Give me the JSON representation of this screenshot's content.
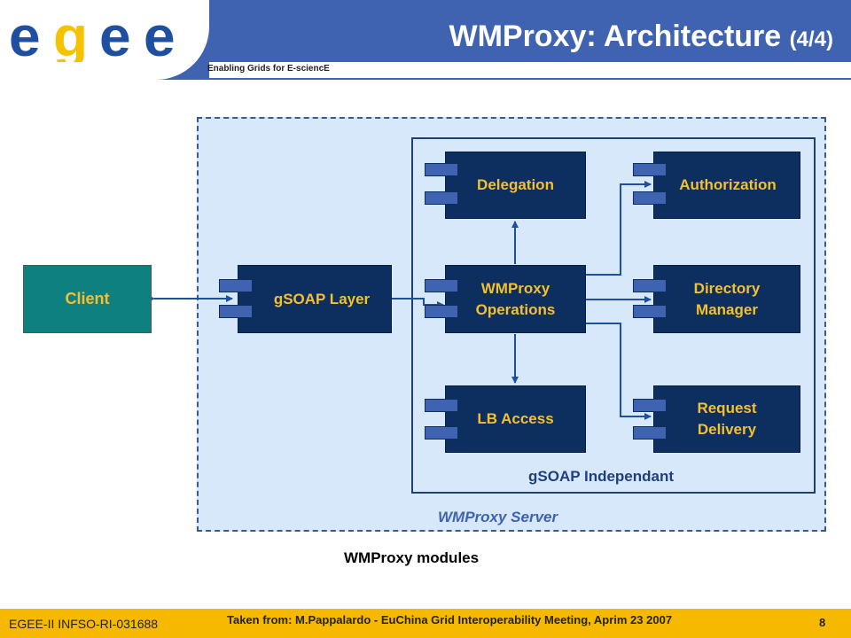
{
  "header": {
    "logo_text": "egee",
    "tagline": "Enabling Grids for E-sciencE",
    "title": "WMProxy: Architecture",
    "title_suffix": "(4/4)"
  },
  "diagram": {
    "client": "Client",
    "gsoap_layer": "gSOAP Layer",
    "delegation": "Delegation",
    "authorization": "Authorization",
    "operations_line1": "WMProxy",
    "operations_line2": "Operations",
    "directory_line1": "Directory",
    "directory_line2": "Manager",
    "lb_access": "LB Access",
    "request_line1": "Request",
    "request_line2": "Delivery",
    "independant_label": "gSOAP Independant",
    "server_label": "WMProxy Server",
    "caption": "WMProxy modules"
  },
  "footer": {
    "project_id": "EGEE-II INFSO-RI-031688",
    "source": "Taken from: M.Pappalardo - EuChina Grid Interoperability Meeting, Aprim 23 2007",
    "page": "8"
  },
  "colors": {
    "header_blue": "#3f63b0",
    "component_fill": "#0d2f5f",
    "component_text": "#f4c030",
    "client_fill": "#0f8080",
    "server_fill": "#d8e8fb",
    "footer_yellow": "#f7b800"
  }
}
